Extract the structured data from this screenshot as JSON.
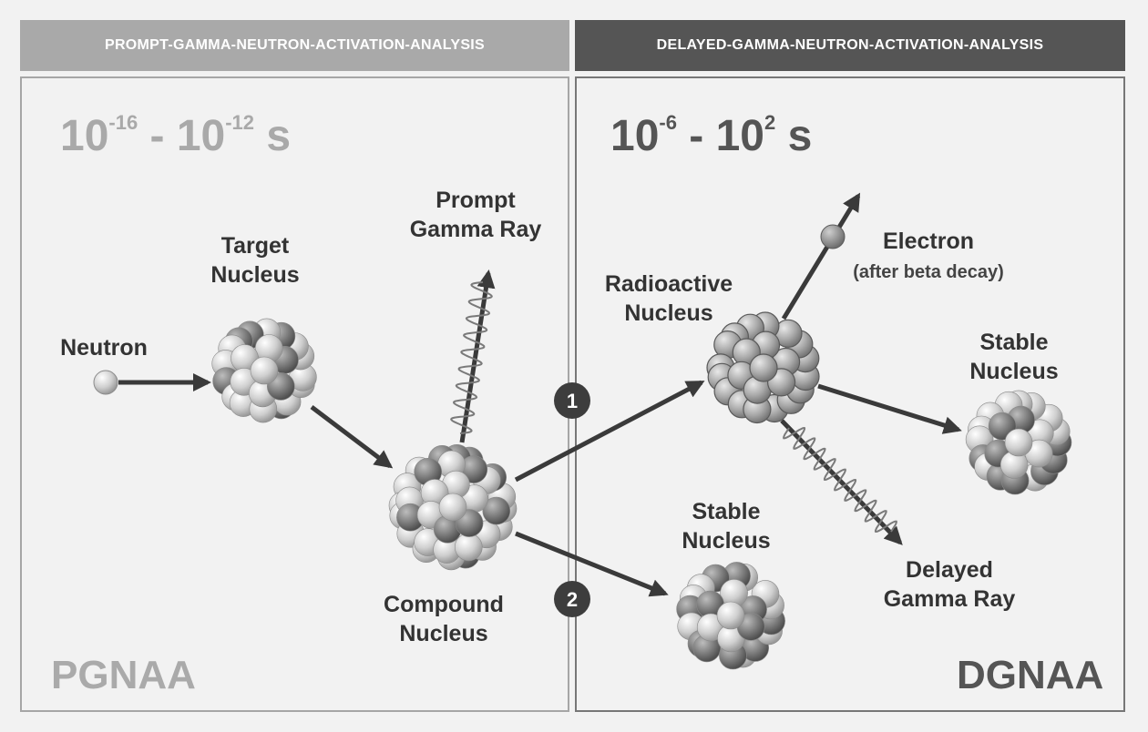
{
  "headers": {
    "left": "PROMPT-GAMMA-NEUTRON-ACTIVATION-ANALYSIS",
    "right": "DELAYED-GAMMA-NEUTRON-ACTIVATION-ANALYSIS"
  },
  "timescales": {
    "left": {
      "base1": "10",
      "exp1": "-16",
      "sep": " - ",
      "base2": "10",
      "exp2": "-12",
      "unit": " s"
    },
    "right": {
      "base1": "10",
      "exp1": "-6",
      "sep": " - ",
      "base2": "10",
      "exp2": "2",
      "unit": " s"
    }
  },
  "abbreviations": {
    "left": "PGNAA",
    "right": "DGNAA"
  },
  "labels": {
    "neutron": "Neutron",
    "target_nucleus": [
      "Target",
      "Nucleus"
    ],
    "prompt_gamma_ray": [
      "Prompt",
      "Gamma Ray"
    ],
    "compound_nucleus": [
      "Compound",
      "Nucleus"
    ],
    "radioactive_nucleus": [
      "Radioactive",
      "Nucleus"
    ],
    "electron": "Electron",
    "electron_note": "(after beta decay)",
    "stable_nucleus_upper": [
      "Stable",
      "Nucleus"
    ],
    "stable_nucleus_lower": [
      "Stable",
      "Nucleus"
    ],
    "delayed_gamma_ray": [
      "Delayed",
      "Gamma Ray"
    ]
  },
  "step_markers": [
    "1",
    "2"
  ],
  "colors": {
    "left_header": "#a9a9a9",
    "right_header": "#555555",
    "arrow": "#3a3a3a",
    "marker": "#3d3d3d"
  }
}
